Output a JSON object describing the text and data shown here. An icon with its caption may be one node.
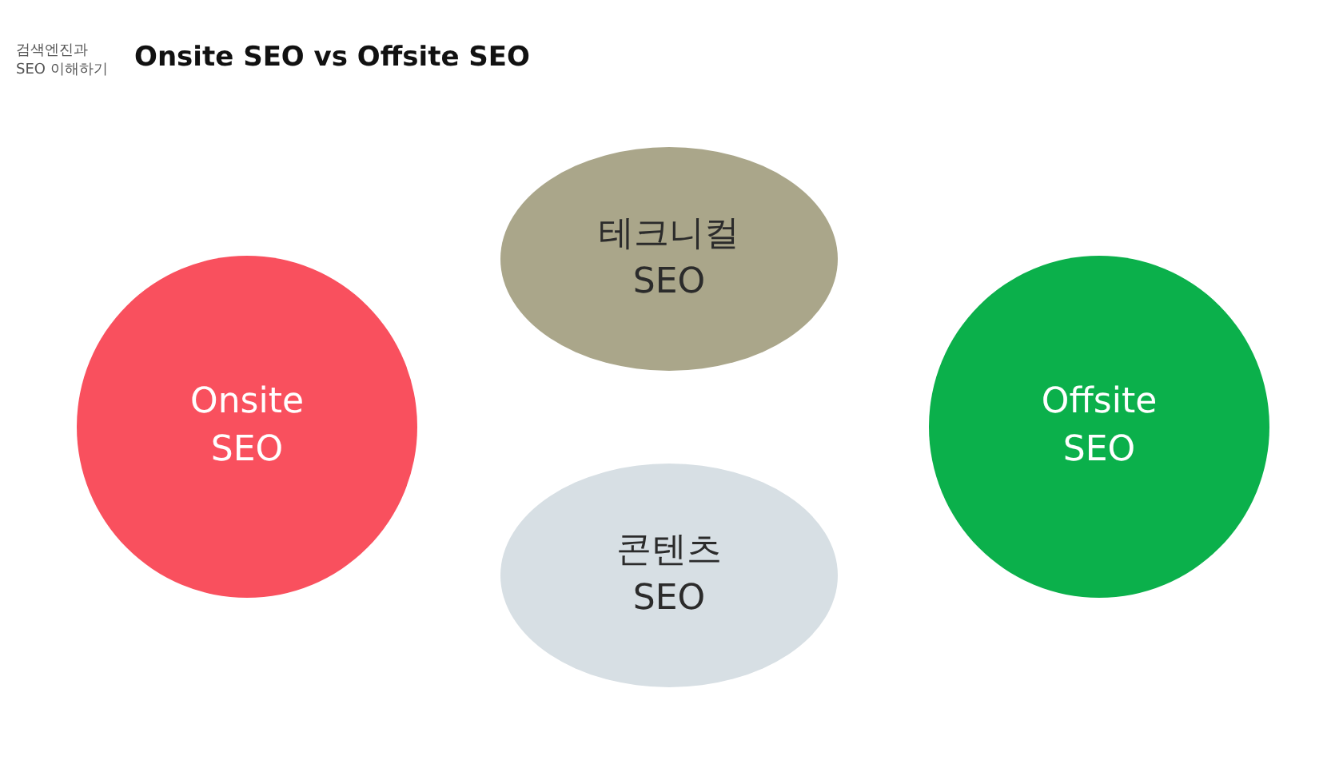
{
  "diagram": {
    "title": "Onsite SEO vs Offsite SEO",
    "nodes": [
      {
        "text": [
          "Onsite SEO"
        ]
      },
      {
        "text": [
          "테크니컬 SEO"
        ]
      },
      {
        "text": [
          "콘텐츠 SEO"
        ]
      },
      {
        "text": [
          "Offsite SEO"
        ]
      }
    ],
    "labels": [
      "검색엔진과 SEO 이해하기"
    ]
  }
}
